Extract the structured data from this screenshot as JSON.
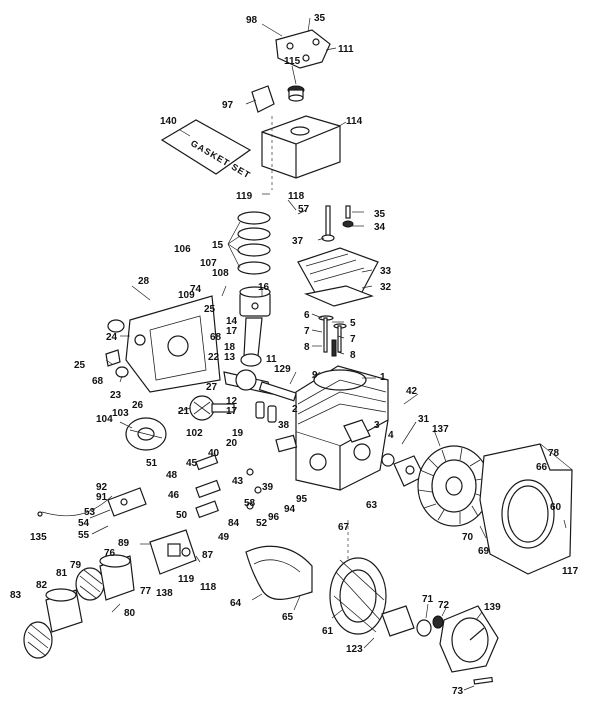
{
  "gasket_set_text": "GASKET SET",
  "callouts": [
    {
      "id": "l98",
      "text": "98"
    },
    {
      "id": "l35a",
      "text": "35"
    },
    {
      "id": "l111",
      "text": "111"
    },
    {
      "id": "l115",
      "text": "115"
    },
    {
      "id": "l97",
      "text": "97"
    },
    {
      "id": "l114",
      "text": "114"
    },
    {
      "id": "l140",
      "text": "140"
    },
    {
      "id": "l119a",
      "text": "119"
    },
    {
      "id": "l118a",
      "text": "118"
    },
    {
      "id": "l57",
      "text": "57"
    },
    {
      "id": "l35b",
      "text": "35"
    },
    {
      "id": "l34",
      "text": "34"
    },
    {
      "id": "l37",
      "text": "37"
    },
    {
      "id": "l15",
      "text": "15"
    },
    {
      "id": "l106",
      "text": "106"
    },
    {
      "id": "l107",
      "text": "107"
    },
    {
      "id": "l74",
      "text": "74"
    },
    {
      "id": "l108",
      "text": "108"
    },
    {
      "id": "l28",
      "text": "28"
    },
    {
      "id": "l109",
      "text": "109"
    },
    {
      "id": "l33",
      "text": "33"
    },
    {
      "id": "l32",
      "text": "32"
    },
    {
      "id": "l16",
      "text": "16"
    },
    {
      "id": "l24",
      "text": "24"
    },
    {
      "id": "l25a",
      "text": "25"
    },
    {
      "id": "l68a",
      "text": "68"
    },
    {
      "id": "l14",
      "text": "14"
    },
    {
      "id": "l6",
      "text": "6"
    },
    {
      "id": "l5",
      "text": "5"
    },
    {
      "id": "l17a",
      "text": "17"
    },
    {
      "id": "l7a",
      "text": "7"
    },
    {
      "id": "l7b",
      "text": "7"
    },
    {
      "id": "l18",
      "text": "18"
    },
    {
      "id": "l8a",
      "text": "8"
    },
    {
      "id": "l8b",
      "text": "8"
    },
    {
      "id": "l13",
      "text": "13"
    },
    {
      "id": "l11",
      "text": "11"
    },
    {
      "id": "l22",
      "text": "22"
    },
    {
      "id": "l25b",
      "text": "25"
    },
    {
      "id": "l68b",
      "text": "68"
    },
    {
      "id": "l9",
      "text": "9"
    },
    {
      "id": "l23",
      "text": "23"
    },
    {
      "id": "l129",
      "text": "129"
    },
    {
      "id": "l1",
      "text": "1"
    },
    {
      "id": "l26",
      "text": "26"
    },
    {
      "id": "l27",
      "text": "27"
    },
    {
      "id": "l12",
      "text": "12"
    },
    {
      "id": "l42",
      "text": "42"
    },
    {
      "id": "l21",
      "text": "21"
    },
    {
      "id": "l2",
      "text": "2"
    },
    {
      "id": "l17b",
      "text": "17"
    },
    {
      "id": "l104",
      "text": "104"
    },
    {
      "id": "l103",
      "text": "103"
    },
    {
      "id": "l31",
      "text": "31"
    },
    {
      "id": "l38",
      "text": "38"
    },
    {
      "id": "l3",
      "text": "3"
    },
    {
      "id": "l102",
      "text": "102"
    },
    {
      "id": "l19",
      "text": "19"
    },
    {
      "id": "l4",
      "text": "4"
    },
    {
      "id": "l137",
      "text": "137"
    },
    {
      "id": "l20",
      "text": "20"
    },
    {
      "id": "l40",
      "text": "40"
    },
    {
      "id": "l45",
      "text": "45"
    },
    {
      "id": "l78a",
      "text": "78"
    },
    {
      "id": "l51",
      "text": "51"
    },
    {
      "id": "l48",
      "text": "48"
    },
    {
      "id": "l43",
      "text": "43"
    },
    {
      "id": "l39",
      "text": "39"
    },
    {
      "id": "l66",
      "text": "66"
    },
    {
      "id": "l92",
      "text": "92"
    },
    {
      "id": "l91",
      "text": "91"
    },
    {
      "id": "l46",
      "text": "46"
    },
    {
      "id": "l58",
      "text": "58"
    },
    {
      "id": "l95",
      "text": "95"
    },
    {
      "id": "l63",
      "text": "63"
    },
    {
      "id": "l53",
      "text": "53"
    },
    {
      "id": "l50",
      "text": "50"
    },
    {
      "id": "l84",
      "text": "84"
    },
    {
      "id": "l52",
      "text": "52"
    },
    {
      "id": "l96",
      "text": "96"
    },
    {
      "id": "l94",
      "text": "94"
    },
    {
      "id": "l67",
      "text": "67"
    },
    {
      "id": "l60",
      "text": "60"
    },
    {
      "id": "l135",
      "text": "135"
    },
    {
      "id": "l54",
      "text": "54"
    },
    {
      "id": "l55",
      "text": "55"
    },
    {
      "id": "l49",
      "text": "49"
    },
    {
      "id": "l70",
      "text": "70"
    },
    {
      "id": "l89",
      "text": "89"
    },
    {
      "id": "l87",
      "text": "87"
    },
    {
      "id": "l69",
      "text": "69"
    },
    {
      "id": "l76",
      "text": "76"
    },
    {
      "id": "l79",
      "text": "79"
    },
    {
      "id": "l81",
      "text": "81"
    },
    {
      "id": "l119b",
      "text": "119"
    },
    {
      "id": "l117",
      "text": "117"
    },
    {
      "id": "l82",
      "text": "82"
    },
    {
      "id": "l77",
      "text": "77"
    },
    {
      "id": "l138",
      "text": "138"
    },
    {
      "id": "l118b",
      "text": "118"
    },
    {
      "id": "l64",
      "text": "64"
    },
    {
      "id": "l65",
      "text": "65"
    },
    {
      "id": "l71",
      "text": "71"
    },
    {
      "id": "l72",
      "text": "72"
    },
    {
      "id": "l139",
      "text": "139"
    },
    {
      "id": "l83",
      "text": "83"
    },
    {
      "id": "l80",
      "text": "80"
    },
    {
      "id": "l61",
      "text": "61"
    },
    {
      "id": "l123",
      "text": "123"
    },
    {
      "id": "l73",
      "text": "73"
    }
  ]
}
